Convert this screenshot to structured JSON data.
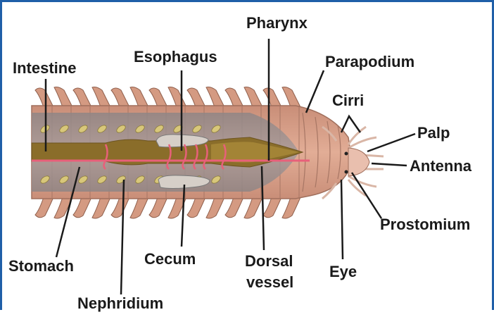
{
  "labels": {
    "pharynx": "Pharynx",
    "esophagus": "Esophagus",
    "intestine": "Intestine",
    "parapodium": "Parapodium",
    "cirri": "Cirri",
    "palp": "Palp",
    "antenna": "Antenna",
    "prostomium": "Prostomium",
    "eye": "Eye",
    "dorsal_vessel_1": "Dorsal",
    "dorsal_vessel_2": "vessel",
    "cecum": "Cecum",
    "stomach": "Stomach",
    "nephridium": "Nephridium"
  },
  "colors": {
    "frame": "#1f5fa8",
    "body": "#d9a08a",
    "body_dark": "#b9826e",
    "gut": "#8a6d2a",
    "gut_light": "#a98a3a",
    "vessel": "#e8607a",
    "lumen": "#9c8f8f",
    "nephridium": "#d8c77a",
    "cecum": "#cfc8c0"
  }
}
